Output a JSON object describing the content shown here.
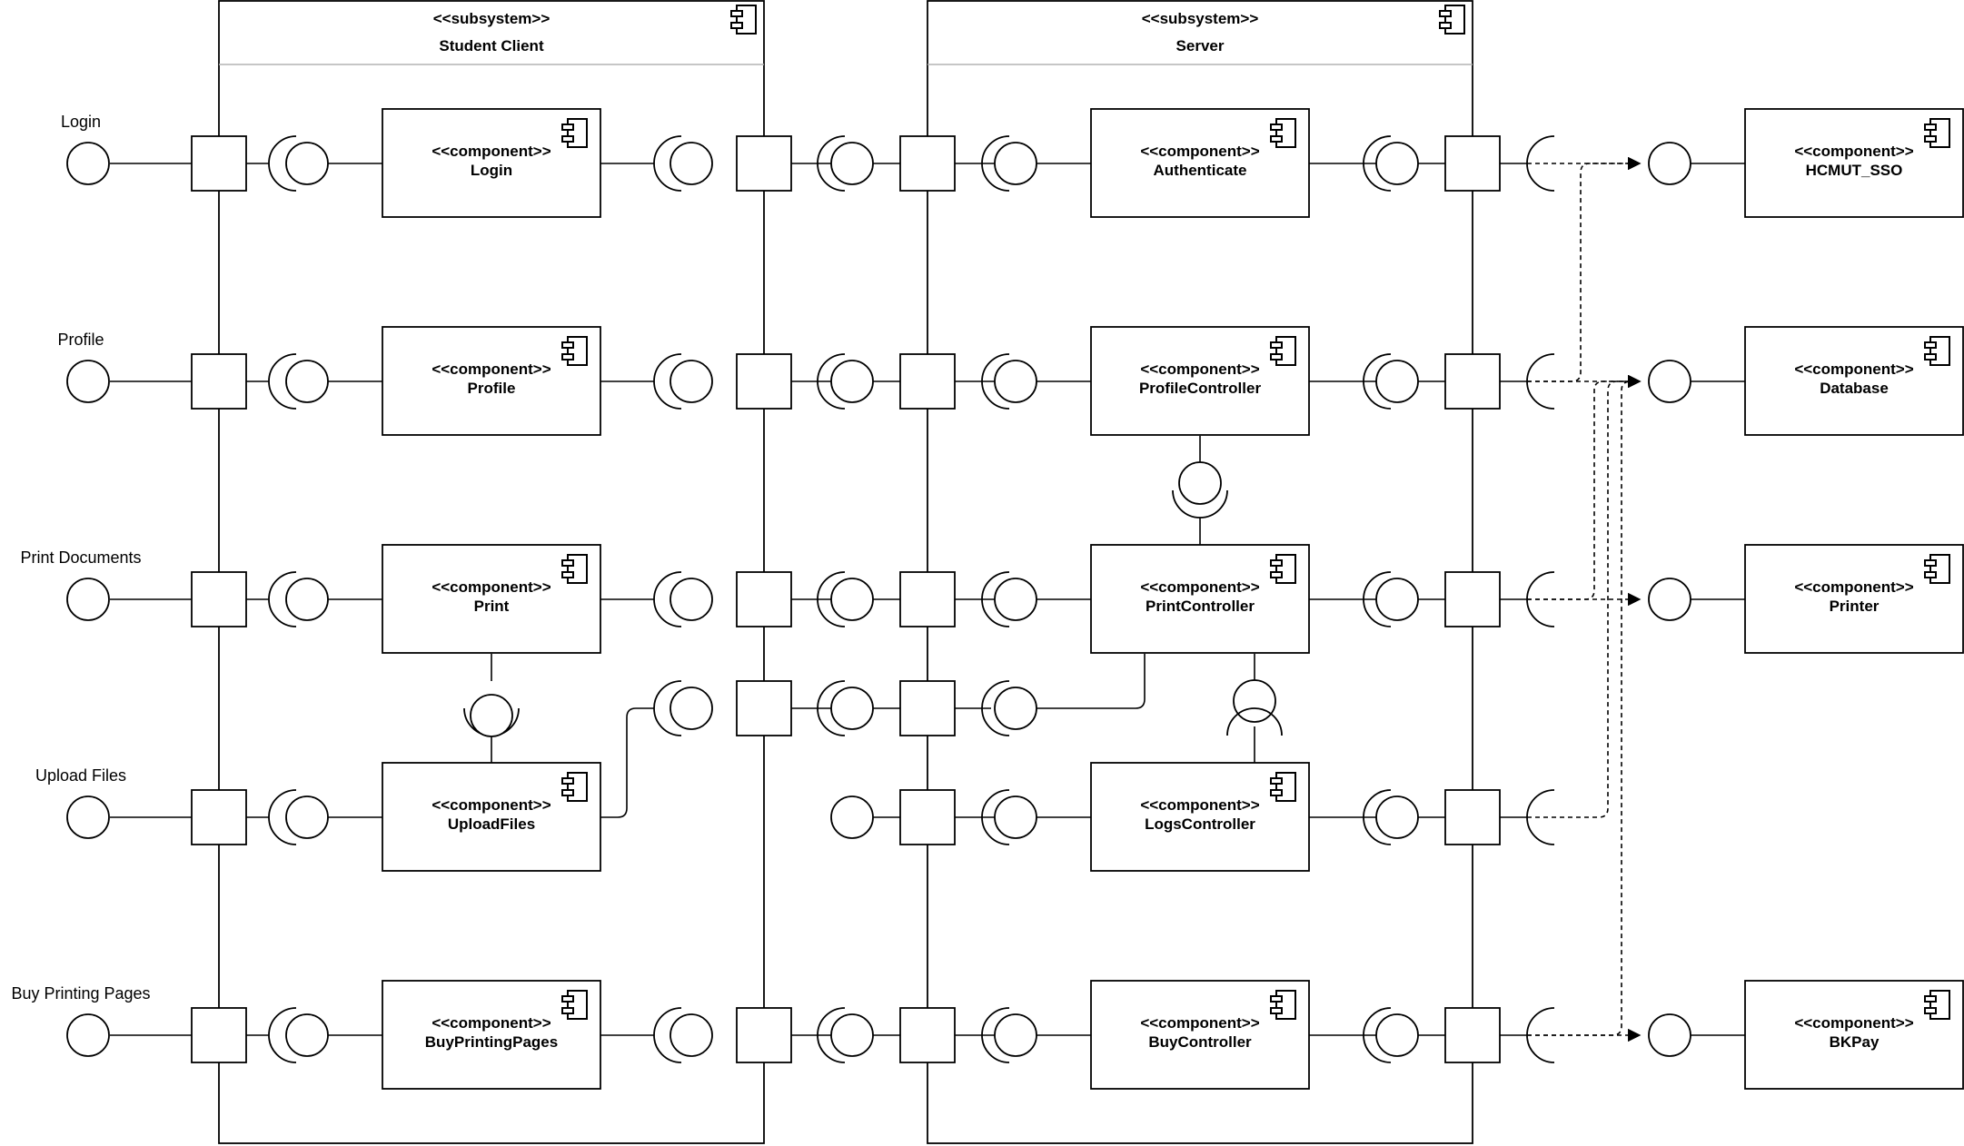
{
  "subsystems": [
    {
      "stereotype": "<<subsystem>>",
      "name": "Student Client"
    },
    {
      "stereotype": "<<subsystem>>",
      "name": "Server"
    }
  ],
  "external_interfaces": [
    "Login",
    "Profile",
    "Print Documents",
    "Upload Files",
    "Buy Printing Pages"
  ],
  "client_components": [
    {
      "stereotype": "<<component>>",
      "name": "Login"
    },
    {
      "stereotype": "<<component>>",
      "name": "Profile"
    },
    {
      "stereotype": "<<component>>",
      "name": "Print"
    },
    {
      "stereotype": "<<component>>",
      "name": "UploadFiles"
    },
    {
      "stereotype": "<<component>>",
      "name": "BuyPrintingPages"
    }
  ],
  "server_components": [
    {
      "stereotype": "<<component>>",
      "name": "Authenticate"
    },
    {
      "stereotype": "<<component>>",
      "name": "ProfileController"
    },
    {
      "stereotype": "<<component>>",
      "name": "PrintController"
    },
    {
      "stereotype": "<<component>>",
      "name": "LogsController"
    },
    {
      "stereotype": "<<component>>",
      "name": "BuyController"
    }
  ],
  "external_components": [
    {
      "stereotype": "<<component>>",
      "name": "HCMUT_SSO"
    },
    {
      "stereotype": "<<component>>",
      "name": "Database"
    },
    {
      "stereotype": "<<component>>",
      "name": "Printer"
    },
    {
      "stereotype": "<<component>>",
      "name": "BKPay"
    }
  ],
  "colors": {
    "stroke": "#000000",
    "divider": "#b3b3b3",
    "background": "#ffffff"
  }
}
